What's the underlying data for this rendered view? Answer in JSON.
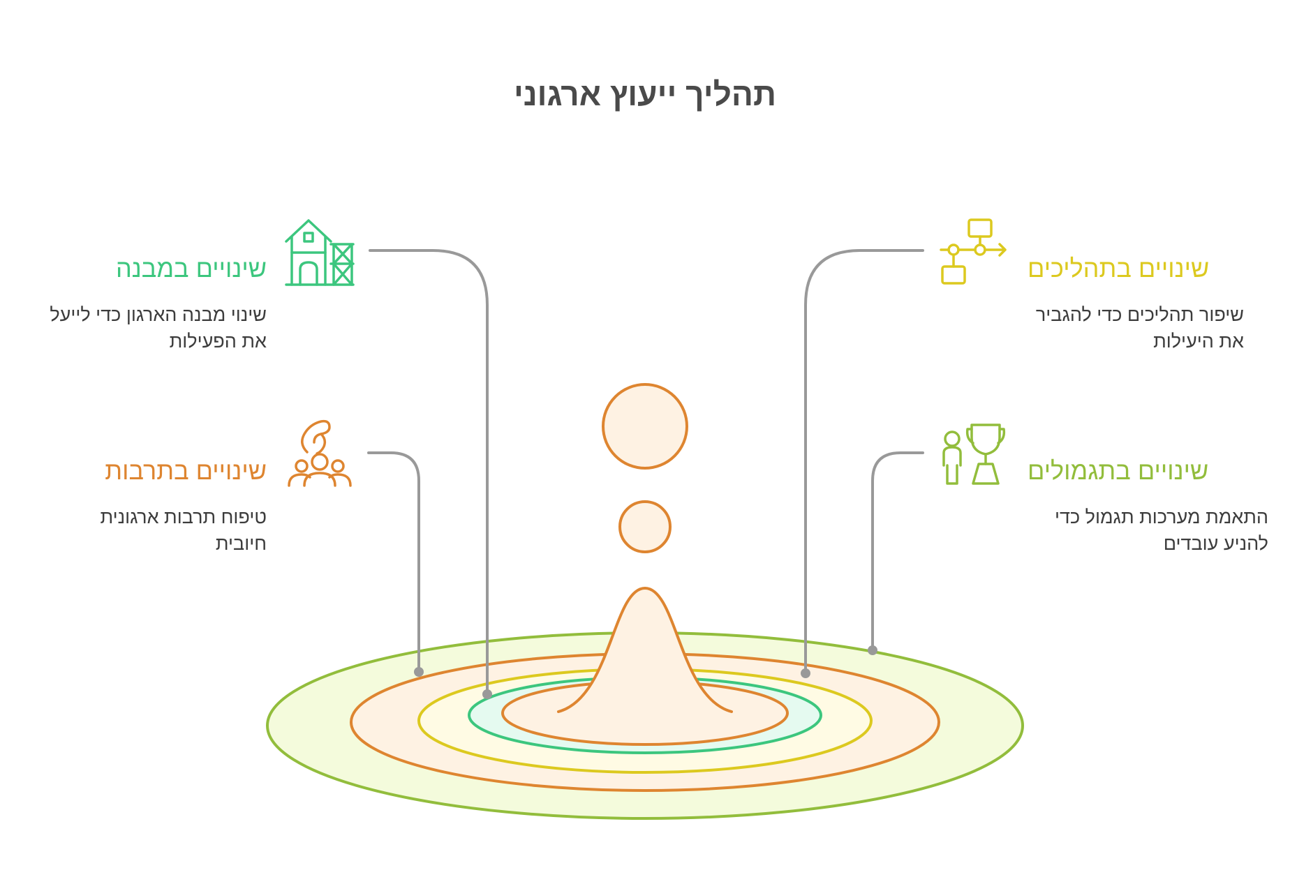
{
  "title": "תהליך ייעוץ ארגוני",
  "colors": {
    "green": "#3cc67e",
    "orange": "#de8530",
    "yellow": "#dcc91f",
    "lime": "#92bd3c",
    "gray": "#999999",
    "peach_fill": "#fef2e3"
  },
  "items": [
    {
      "heading": "שינויים במבנה",
      "description": "שינוי מבנה הארגון כדי לייעל את הפעילות",
      "icon": "building-scaffold-icon",
      "color": "#3cc67e"
    },
    {
      "heading": "שינויים בתרבות",
      "description": "טיפוח תרבות ארגונית חיובית",
      "icon": "team-hand-icon",
      "color": "#de8530"
    },
    {
      "heading": "שינויים בתהליכים",
      "description": "שיפור תהליכים כדי להגביר את היעילות",
      "icon": "process-flow-icon",
      "color": "#dcc91f"
    },
    {
      "heading": "שינויים בתגמולים",
      "description": "התאמת מערכות תגמול כדי להניע עובדים",
      "icon": "trophy-person-icon",
      "color": "#92bd3c"
    }
  ]
}
